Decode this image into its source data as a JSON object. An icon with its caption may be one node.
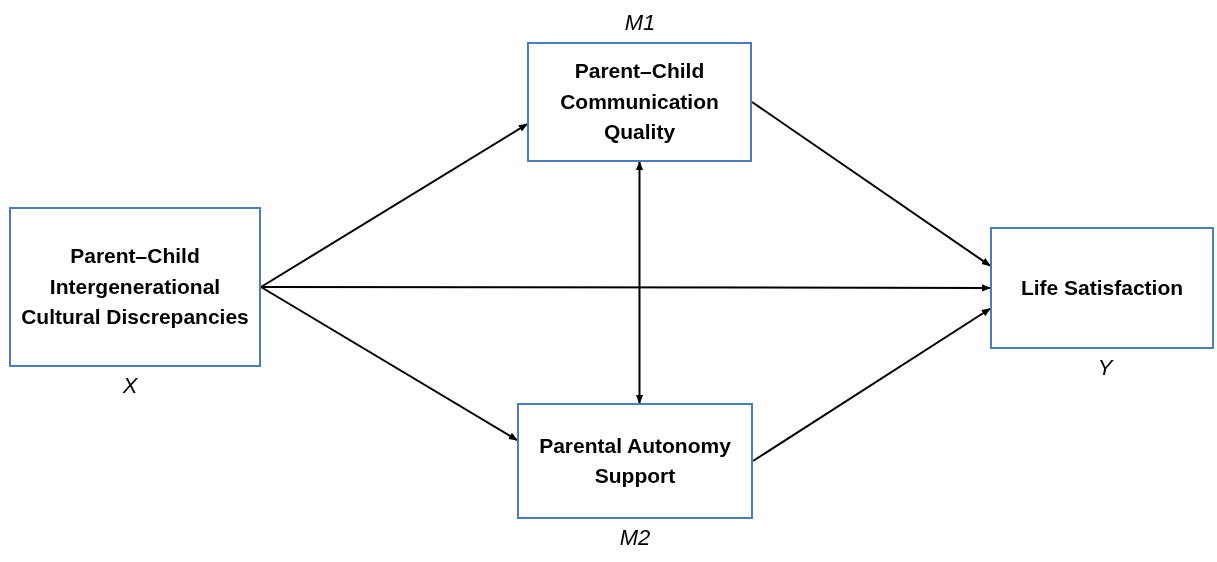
{
  "diagram": {
    "nodes": [
      {
        "text": [
          "Parent–Child Intergenerational Cultural Discrepancies"
        ],
        "beside": [
          "X"
        ]
      },
      {
        "text": [
          "Parent–Child Communication Quality"
        ],
        "beside": [
          "M1"
        ]
      },
      {
        "text": [
          "Parental Autonomy Support"
        ],
        "beside": [
          "M2"
        ]
      },
      {
        "text": [
          "Life Satisfaction"
        ],
        "beside": [
          "Y"
        ]
      }
    ],
    "edges": [
      {
        "from": 0,
        "to": 1,
        "arrow": "to"
      },
      {
        "from": 0,
        "to": 2,
        "arrow": "to"
      },
      {
        "from": 0,
        "to": 3,
        "arrow": "to"
      },
      {
        "from": 1,
        "to": 3,
        "arrow": "to"
      },
      {
        "from": 2,
        "to": 3,
        "arrow": "to"
      },
      {
        "from": 1,
        "to": 2,
        "arrow": "both"
      }
    ]
  }
}
